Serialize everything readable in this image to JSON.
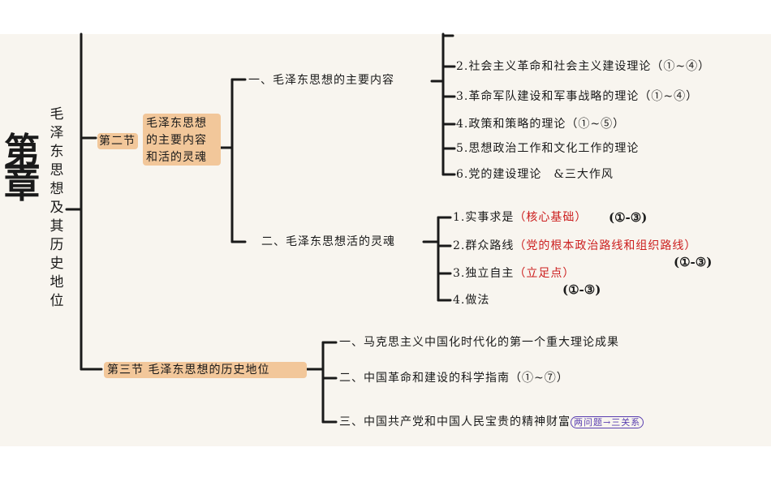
{
  "chapter": {
    "title": "第一章",
    "subtitle": "毛泽东思想及其历史地位"
  },
  "section2": {
    "label": "第二节",
    "title_lines": [
      "毛泽东思想",
      "的主要内容",
      "和活的灵魂"
    ],
    "branch1": {
      "title": "一、毛泽东思想的主要内容",
      "items": [
        "2.社会主义革命和社会主义建设理论（①~④）",
        "3.革命军队建设和军事战略的理论（①~④）",
        "4.政策和策略的理论（①~⑤）",
        "5.思想政治工作和文化工作的理论",
        "6.党的建设理论　&三大作风"
      ]
    },
    "branch2": {
      "title": "二、毛泽东思想活的灵魂",
      "items": [
        {
          "text": "1.实事求是",
          "note": "（核心基础）",
          "range": "(①-③)"
        },
        {
          "text": "2.群众路线",
          "note": "（党的根本政治路线和组织路线）",
          "range": "(①-③)"
        },
        {
          "text": "3.独立自主",
          "note": "（立足点）",
          "range": "(①-③)"
        },
        {
          "text": "4.做法",
          "note": "",
          "range": ""
        }
      ]
    }
  },
  "section3": {
    "label": "第三节",
    "title": "毛泽东思想的历史地位",
    "items": [
      "一、马克思主义中国化时代化的第一个重大理论成果",
      "二、中国革命和建设的科学指南（①~⑦）",
      "三、中国共产党和中国人民宝贵的精神财富"
    ],
    "tip": "两问题→三关系"
  },
  "colors": {
    "highlight": "#f2c79a",
    "red_note": "#cc1f1f",
    "line": "#1a1a1a",
    "paper": "#f8f5ef"
  }
}
